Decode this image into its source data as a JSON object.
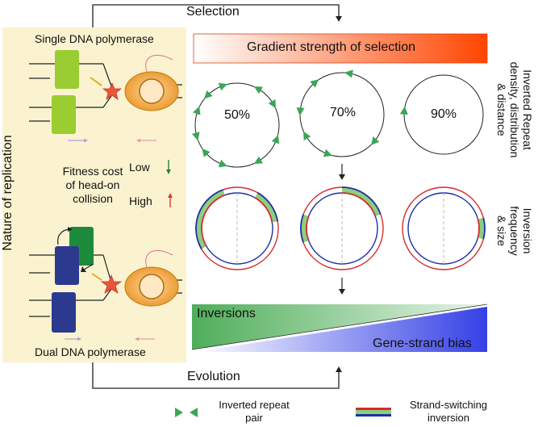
{
  "flow": {
    "top_label": "Selection",
    "bottom_label": "Evolution"
  },
  "left_panel": {
    "vertical_title": "Nature of replication",
    "single_label": "Single DNA polymerase",
    "dual_label": "Dual DNA polymerase",
    "fitness_label_lines": [
      "Fitness cost",
      "of head-on",
      "collision"
    ],
    "low_label": "Low",
    "high_label": "High",
    "colors": {
      "panel_bg": "#fbf3d0",
      "single_polymerase": "#9acd32",
      "dual_polymerase_top": "#1e8a3c",
      "dual_polymerase_bottom": "#2b3a8f",
      "replisome": "#f0a030",
      "star": "#e8553a",
      "low_arrow": "#2e7d32",
      "high_arrow": "#d63c2f"
    }
  },
  "gradient_bar": {
    "label": "Gradient strength of selection",
    "color_from": "#ffffff",
    "color_to": "#ff4500"
  },
  "ir_row": {
    "side_label_lines": [
      "Inverted Repeat",
      "density, distribution",
      "& distance"
    ],
    "circles": [
      {
        "percent": "50%",
        "repeat_count": 10
      },
      {
        "percent": "70%",
        "repeat_count": 6
      },
      {
        "percent": "90%",
        "repeat_count": 1
      }
    ]
  },
  "inversion_row": {
    "side_label_lines": [
      "Inversion",
      "frequency",
      "& size"
    ]
  },
  "result_bar": {
    "inversions_label": "Inversions",
    "bias_label": "Gene-strand bias",
    "green": "#5cb85c",
    "blue": "#3a44e8"
  },
  "legend": {
    "repeat_label_lines": [
      "Inverted repeat",
      "pair"
    ],
    "inversion_label_lines": [
      "Strand-switching",
      "inversion"
    ],
    "repeat_color": "#3aa655",
    "strand_colors": [
      "#d62c2c",
      "#8ccf7e",
      "#1a2fa8"
    ]
  }
}
